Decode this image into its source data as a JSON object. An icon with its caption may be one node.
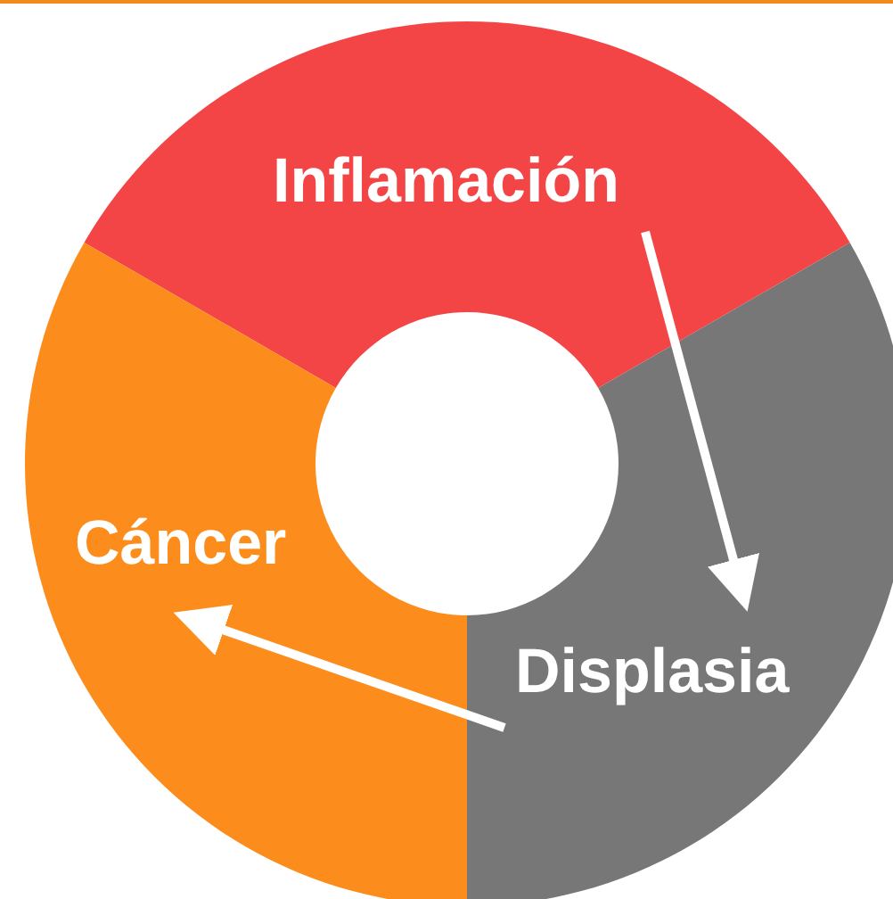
{
  "diagram": {
    "nodes": [
      {
        "text": [
          "Inflamación"
        ]
      },
      {
        "text": [
          "Displasia"
        ]
      },
      {
        "text": [
          "Cáncer"
        ]
      }
    ],
    "edges": [
      {
        "from": 0,
        "to": 1,
        "arrow": "to"
      },
      {
        "from": 1,
        "to": 2,
        "arrow": "to"
      }
    ]
  }
}
